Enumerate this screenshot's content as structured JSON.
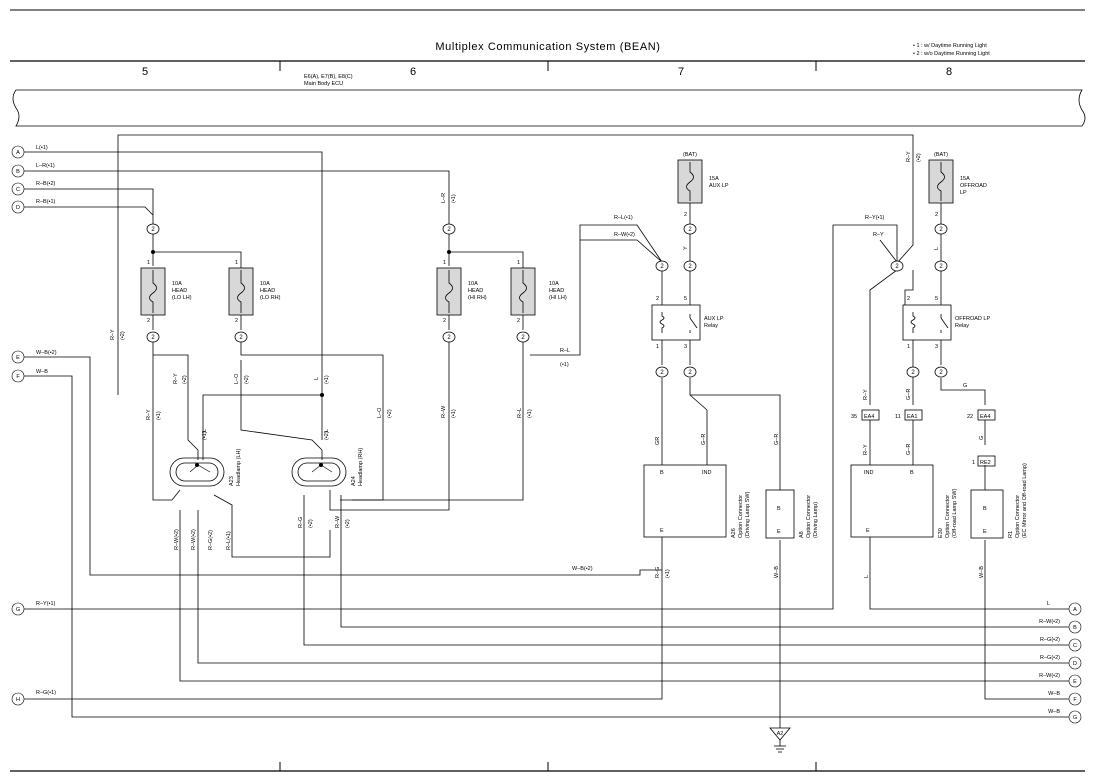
{
  "title": "Multiplex Communication System (BEAN)",
  "notes": [
    "• 1 : w/ Daytime Running Light",
    "• 2 : w/o Daytime Running Light"
  ],
  "columns": [
    "5",
    "6",
    "7",
    "8"
  ],
  "ecu_label": [
    "E6(A), E7(B), E8(C)",
    "Main Body ECU"
  ],
  "left_terminals": [
    {
      "id": "A",
      "wire": "L(•1)"
    },
    {
      "id": "B",
      "wire": "L–R(•1)"
    },
    {
      "id": "C",
      "wire": "R–B(•2)"
    },
    {
      "id": "D",
      "wire": "R–B(•1)"
    },
    {
      "id": "E",
      "wire": "W–B(•2)"
    },
    {
      "id": "F",
      "wire": "W–B"
    },
    {
      "id": "G",
      "wire": "R–Y(•1)"
    },
    {
      "id": "H",
      "wire": "R–G(•1)"
    }
  ],
  "right_terminals": [
    {
      "id": "A",
      "wire": "L"
    },
    {
      "id": "B",
      "wire": "R–W(•2)"
    },
    {
      "id": "C",
      "wire": "R–G(•2)"
    },
    {
      "id": "D",
      "wire": "R–G(•2)"
    },
    {
      "id": "E",
      "wire": "R–W(•2)"
    },
    {
      "id": "F",
      "wire": "W–B"
    },
    {
      "id": "G",
      "wire": "W–B"
    }
  ],
  "fuses": [
    {
      "amp": "10A",
      "name": "HEAD",
      "sub": "(LO LH)"
    },
    {
      "amp": "10A",
      "name": "HEAD",
      "sub": "(LO RH)"
    },
    {
      "amp": "10A",
      "name": "HEAD",
      "sub": "(HI RH)"
    },
    {
      "amp": "10A",
      "name": "HEAD",
      "sub": "(HI LH)"
    },
    {
      "amp": "15A",
      "name": "AUX LP",
      "sub": ""
    },
    {
      "amp": "15A",
      "name": "OFFROAD",
      "sub": "LP"
    }
  ],
  "bat": "(BAT)",
  "relays": [
    {
      "name": "AUX LP",
      "sub": "Relay"
    },
    {
      "name": "OFFROAD LP",
      "sub": "Relay"
    }
  ],
  "headlamps": [
    {
      "code": "A23",
      "name": "Headlamp (LH)"
    },
    {
      "code": "A24",
      "name": "Headlamp (RH)"
    }
  ],
  "connectors": [
    {
      "code": "A26",
      "l1": "Option Connector",
      "l2": "(Driving Lamp SW)"
    },
    {
      "code": "A8",
      "l1": "Option Connector",
      "l2": "(Driving Lamp)"
    },
    {
      "code": "E30",
      "l1": "Option Connector",
      "l2": "(Off-road Lamp SW)"
    },
    {
      "code": "R1",
      "l1": "Option Connector",
      "l2": "(EC Mirror and Off-road Lamp)"
    }
  ],
  "junctions": [
    "EA4",
    "EA1",
    "EA4",
    "RE2"
  ],
  "junction_pins": [
    "35",
    "11",
    "22",
    "1"
  ],
  "ground": "A2",
  "pin_labels": {
    "B": "B",
    "IND": "IND",
    "E": "E"
  },
  "wire_labels": {
    "ry": "R–Y",
    "ry1": "R–Y(•1)",
    "rw2": "R–W(•2)",
    "rl": "R–L",
    "rl1": "R–L(•1)",
    "lr": "L–R",
    "lo": "L–O",
    "l": "L",
    "rw": "R–W",
    "rg": "R–G",
    "gr": "G–R",
    "gr2": "GR",
    "y": "Y",
    "g": "G",
    "wb": "W–B",
    "wb2": "W–B(•2)",
    "rb": "R–B",
    "s1": "(•1)",
    "s2": "(•2)",
    "rw2x": "R–W(•2)",
    "rg2x": "R–G(•2)",
    "rl1x": "R–L(•1)"
  },
  "colors": {
    "line": "#000000",
    "fuse_fill": "#d8d8d8"
  }
}
